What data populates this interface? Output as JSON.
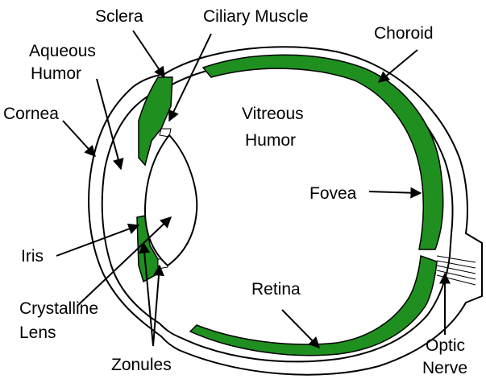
{
  "colors": {
    "tissue": "#1f8f1f",
    "outline": "#000000",
    "background": "#ffffff"
  },
  "labels": {
    "sclera": "Sclera",
    "ciliary_muscle": "Ciliary Muscle",
    "choroid": "Choroid",
    "aqueous_humor_line1": "Aqueous",
    "aqueous_humor_line2": "Humor",
    "vitreous_humor_line1": "Vitreous",
    "vitreous_humor_line2": "Humor",
    "cornea": "Cornea",
    "fovea": "Fovea",
    "iris": "Iris",
    "crystalline_lens_line1": "Crystalline",
    "crystalline_lens_line2": "Lens",
    "retina": "Retina",
    "optic_nerve_line1": "Optic",
    "optic_nerve_line2": "Nerve",
    "zonules": "Zonules"
  }
}
